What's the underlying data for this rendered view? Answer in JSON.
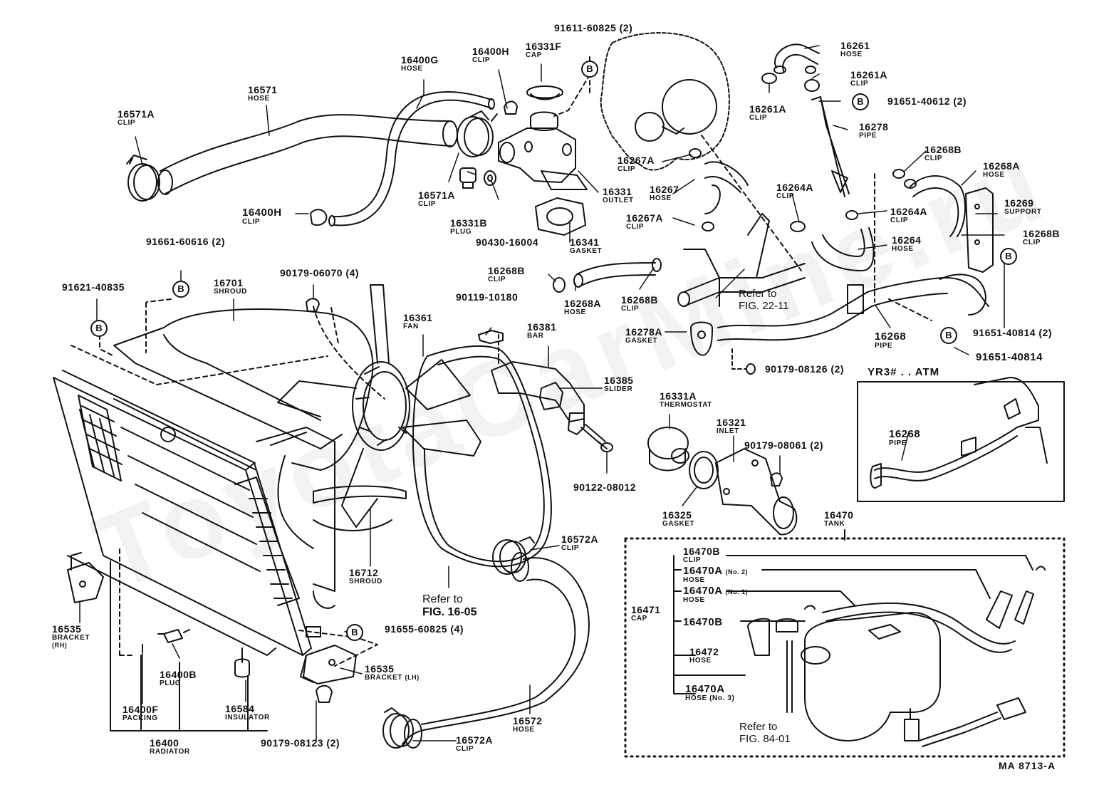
{
  "watermark": "ToyotaCarMine.ru",
  "footer_code": "MA 8713-A",
  "inset_title": "YR3# . . ATM",
  "bolt_marker": "B",
  "colors": {
    "line": "#111111",
    "background": "#ffffff",
    "watermark": "#e6e6e6"
  },
  "parts": {
    "p16571A_top": {
      "num": "16571A",
      "name": "CLIP"
    },
    "p16571": {
      "num": "16571",
      "name": "HOSE"
    },
    "p16400G": {
      "num": "16400G",
      "name": "HOSE"
    },
    "p16400H_top": {
      "num": "16400H",
      "name": "CLIP"
    },
    "p16331F": {
      "num": "16331F",
      "name": "CAP"
    },
    "p91611": {
      "num": "91611-60825 (2)"
    },
    "p16571A_mid": {
      "num": "16571A",
      "name": "CLIP"
    },
    "p16331B": {
      "num": "16331B",
      "name": "PLUG"
    },
    "p90430": {
      "num": "90430-16004"
    },
    "p16331": {
      "num": "16331",
      "name": "OUTLET"
    },
    "p16341": {
      "num": "16341",
      "name": "GASKET"
    },
    "p16400H_low": {
      "num": "16400H",
      "name": "CLIP"
    },
    "p16261": {
      "num": "16261",
      "name": "HOSE"
    },
    "p16261A_r": {
      "num": "16261A",
      "name": "CLIP"
    },
    "p16261A_l": {
      "num": "16261A",
      "name": "CLIP"
    },
    "p91651_40612": {
      "num": "91651-40612 (2)"
    },
    "p16278": {
      "num": "16278",
      "name": "PIPE"
    },
    "p16267A_top": {
      "num": "16267A",
      "name": "CLIP"
    },
    "p16267": {
      "num": "16267",
      "name": "HOSE"
    },
    "p16267A_low": {
      "num": "16267A",
      "name": "CLIP"
    },
    "p16268B_tr": {
      "num": "16268B",
      "name": "CLIP"
    },
    "p16268A_tr": {
      "num": "16268A",
      "name": "HOSE"
    },
    "p16264A_l": {
      "num": "16264A",
      "name": "CLIP"
    },
    "p16264A_r": {
      "num": "16264A",
      "name": "CLIP"
    },
    "p16269": {
      "num": "16269",
      "name": "SUPPORT"
    },
    "p16268B_r": {
      "num": "16268B",
      "name": "CLIP"
    },
    "p16264": {
      "num": "16264",
      "name": "HOSE"
    },
    "p16268B_l": {
      "num": "16268B",
      "name": "CLIP"
    },
    "p16268A_l": {
      "num": "16268A",
      "name": "HOSE"
    },
    "p16268B_m": {
      "num": "16268B",
      "name": "CLIP"
    },
    "p16278A": {
      "num": "16278A",
      "name": "GASKET"
    },
    "p16268": {
      "num": "16268",
      "name": "PIPE"
    },
    "p91651_40814_2": {
      "num": "91651-40814 (2)"
    },
    "p91651_40814": {
      "num": "91651-40814"
    },
    "p90179_08126": {
      "num": "90179-08126 (2)"
    },
    "p91661": {
      "num": "91661-60616 (2)"
    },
    "p91621": {
      "num": "91621-40835"
    },
    "p16701": {
      "num": "16701",
      "name": "SHROUD"
    },
    "p90179_06070": {
      "num": "90179-06070 (4)"
    },
    "p90119": {
      "num": "90119-10180"
    },
    "p16361": {
      "num": "16361",
      "name": "FAN"
    },
    "p16381": {
      "num": "16381",
      "name": "BAR"
    },
    "p16385": {
      "num": "16385",
      "name": "SLIDER"
    },
    "p90122": {
      "num": "90122-08012"
    },
    "p16331A": {
      "num": "16331A",
      "name": "THERMOSTAT"
    },
    "p16321": {
      "num": "16321",
      "name": "INLET"
    },
    "p90179_08061": {
      "num": "90179-08061 (2)"
    },
    "p16325": {
      "num": "16325",
      "name": "GASKET"
    },
    "p16470": {
      "num": "16470",
      "name": "TANK"
    },
    "p16572A_top": {
      "num": "16572A",
      "name": "CLIP"
    },
    "p16712": {
      "num": "16712",
      "name": "SHROUD"
    },
    "p16535_rh": {
      "num": "16535",
      "name": "BRACKET",
      "sub": "(RH)"
    },
    "p91655": {
      "num": "91655-60825 (4)"
    },
    "p16535_lh": {
      "num": "16535",
      "name": "BRACKET",
      "sub": "(LH)"
    },
    "p16400B": {
      "num": "16400B",
      "name": "PLUG"
    },
    "p16584": {
      "num": "16584",
      "name": "INSULATOR"
    },
    "p16400F": {
      "num": "16400F",
      "name": "PACKING"
    },
    "p16400": {
      "num": "16400",
      "name": "RADIATOR"
    },
    "p90179_08123": {
      "num": "90179-08123 (2)"
    },
    "p16572": {
      "num": "16572",
      "name": "HOSE"
    },
    "p16572A_low": {
      "num": "16572A",
      "name": "CLIP"
    },
    "p16471": {
      "num": "16471",
      "name": "CAP"
    },
    "p16470B_top": {
      "num": "16470B",
      "name": "CLIP"
    },
    "p16470A_2": {
      "num": "16470A",
      "sub": "(No. 2)",
      "name": "HOSE"
    },
    "p16470A_1": {
      "num": "16470A",
      "sub": "(No. 1)",
      "name": "HOSE"
    },
    "p16470B_mid": {
      "num": "16470B"
    },
    "p16472": {
      "num": "16472",
      "name": "HOSE"
    },
    "p16470A_3": {
      "num": "16470A",
      "name": "HOSE (No. 3)"
    },
    "p16268_inset": {
      "num": "16268",
      "name": "PIPE"
    }
  },
  "refs": {
    "fig22": {
      "line1": "Refer to",
      "line2": "FIG. 22-11"
    },
    "fig16": {
      "line1": "Refer to",
      "line2": "FIG. 16-05"
    },
    "fig84": {
      "line1": "Refer to",
      "line2": "FIG. 84-01"
    }
  }
}
